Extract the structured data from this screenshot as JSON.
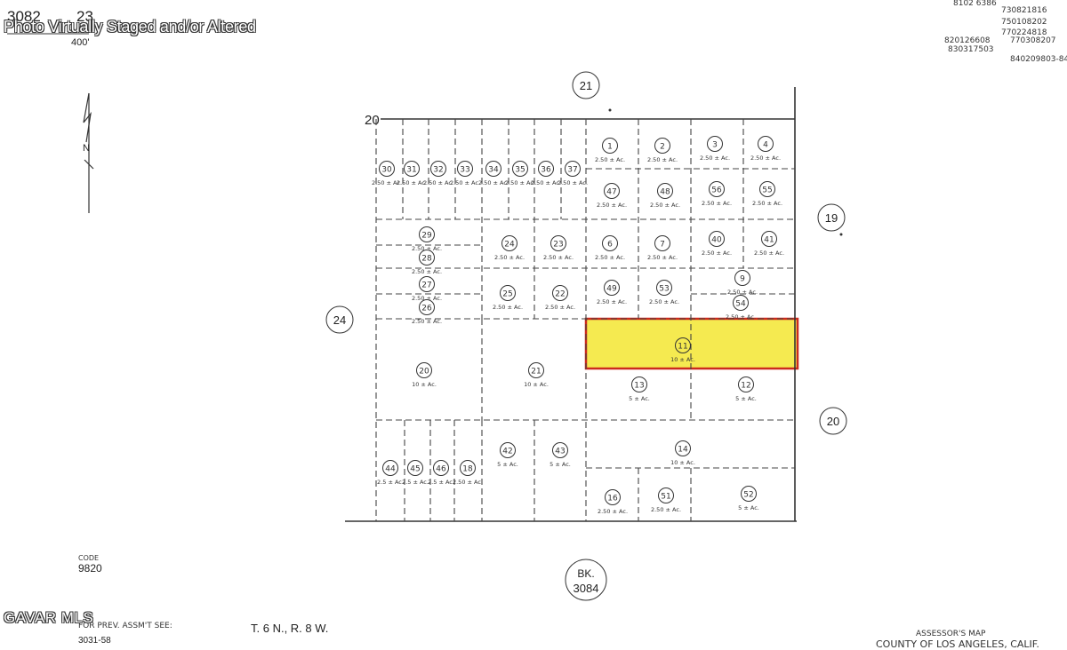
{
  "header": {
    "book": "3082",
    "page": "23",
    "scale": "400'"
  },
  "top_right_notes": [
    "8102 6386",
    "730821816",
    "750108202",
    "770224818",
    "770308207",
    "820126608",
    "830317503",
    "840209803-84"
  ],
  "watermark": "Photo Virtually Staged and/or Altered",
  "brand": "GAVAR MLS",
  "north_label": "N",
  "section_labels": {
    "top": "21",
    "right_upper": "19",
    "left": "24",
    "right_lower": "20",
    "corner": "20"
  },
  "parcels": {
    "p1": {
      "num": "1",
      "area": "2.50 ± Ac."
    },
    "p2": {
      "num": "2",
      "area": "2.50 ± Ac."
    },
    "p3": {
      "num": "3",
      "area": "2.50 ± Ac."
    },
    "p4": {
      "num": "4",
      "area": "2.50 ± Ac."
    },
    "p47": {
      "num": "47",
      "area": "2.50 ± Ac."
    },
    "p48": {
      "num": "48",
      "area": "2.50 ± Ac."
    },
    "p56": {
      "num": "56",
      "area": "2.50 ± Ac."
    },
    "p55": {
      "num": "55",
      "area": "2.50 ± Ac."
    },
    "p30": {
      "num": "30",
      "area": "2.50 ± Ac."
    },
    "p31": {
      "num": "31",
      "area": "2.50 ± Ac."
    },
    "p32": {
      "num": "32",
      "area": "2.50 ± Ac."
    },
    "p33": {
      "num": "33",
      "area": "2.50 ± Ac."
    },
    "p34": {
      "num": "34",
      "area": "2.50 ± Ac."
    },
    "p35": {
      "num": "35",
      "area": "2.50 ± Ac."
    },
    "p36": {
      "num": "36",
      "area": "2.50 ± Ac."
    },
    "p37": {
      "num": "37",
      "area": "2.50 ± Ac."
    },
    "p29": {
      "num": "29",
      "area": "2.50 ± Ac."
    },
    "p28": {
      "num": "28",
      "area": "2.50 ± Ac."
    },
    "p27": {
      "num": "27",
      "area": "2.50 ± Ac."
    },
    "p26": {
      "num": "26",
      "area": "2.50 ± Ac."
    },
    "p24": {
      "num": "24",
      "area": "2.50 ± Ac."
    },
    "p23": {
      "num": "23",
      "area": "2.50 ± Ac."
    },
    "p25": {
      "num": "25",
      "area": "2.50 ± Ac."
    },
    "p22": {
      "num": "22",
      "area": "2.50 ± Ac."
    },
    "p6": {
      "num": "6",
      "area": "2.50 ± Ac."
    },
    "p7": {
      "num": "7",
      "area": "2.50 ± Ac."
    },
    "p40": {
      "num": "40",
      "area": "2.50 ± Ac."
    },
    "p41": {
      "num": "41",
      "area": "2.50 ± Ac."
    },
    "p49": {
      "num": "49",
      "area": "2.50 ± Ac."
    },
    "p53": {
      "num": "53",
      "area": "2.50 ± Ac."
    },
    "p9": {
      "num": "9",
      "area": "2.50 ± Ac."
    },
    "p54": {
      "num": "54",
      "area": "2.50 ± Ac."
    },
    "p11": {
      "num": "11",
      "area": "10 ± Ac."
    },
    "p20": {
      "num": "20",
      "area": "10 ± Ac."
    },
    "p21": {
      "num": "21",
      "area": "10 ± Ac."
    },
    "p13": {
      "num": "13",
      "area": "5 ± Ac."
    },
    "p12": {
      "num": "12",
      "area": "5 ± Ac."
    },
    "p14": {
      "num": "14",
      "area": "10 ± Ac."
    },
    "p44": {
      "num": "44",
      "area": "2.5 ± Ac."
    },
    "p45": {
      "num": "45",
      "area": "2.5 ± Ac."
    },
    "p46": {
      "num": "46",
      "area": "2.5 ± Ac."
    },
    "p18": {
      "num": "18",
      "area": "2.50 ± Ac."
    },
    "p42": {
      "num": "42",
      "area": "5 ± Ac."
    },
    "p43": {
      "num": "43",
      "area": "5 ± Ac."
    },
    "p16": {
      "num": "16",
      "area": "2.50 ± Ac."
    },
    "p51": {
      "num": "51",
      "area": "2.50 ± Ac."
    },
    "p52": {
      "num": "52",
      "area": "5 ± Ac."
    }
  },
  "highlight": {
    "parcel": "11",
    "fill": "#f5ea50",
    "stroke": "#cc2a1e"
  },
  "code": {
    "label": "CODE",
    "value": "9820"
  },
  "book_ref": {
    "prefix": "BK.",
    "number": "3084"
  },
  "footer": {
    "assmt": "FOR PREV. ASSM'T SEE:",
    "assmt_ref": "3031-58",
    "township": "T. 6 N., R. 8 W.",
    "assessor_line1": "ASSESSOR'S MAP",
    "assessor_line2": "COUNTY OF LOS ANGELES, CALIF."
  }
}
